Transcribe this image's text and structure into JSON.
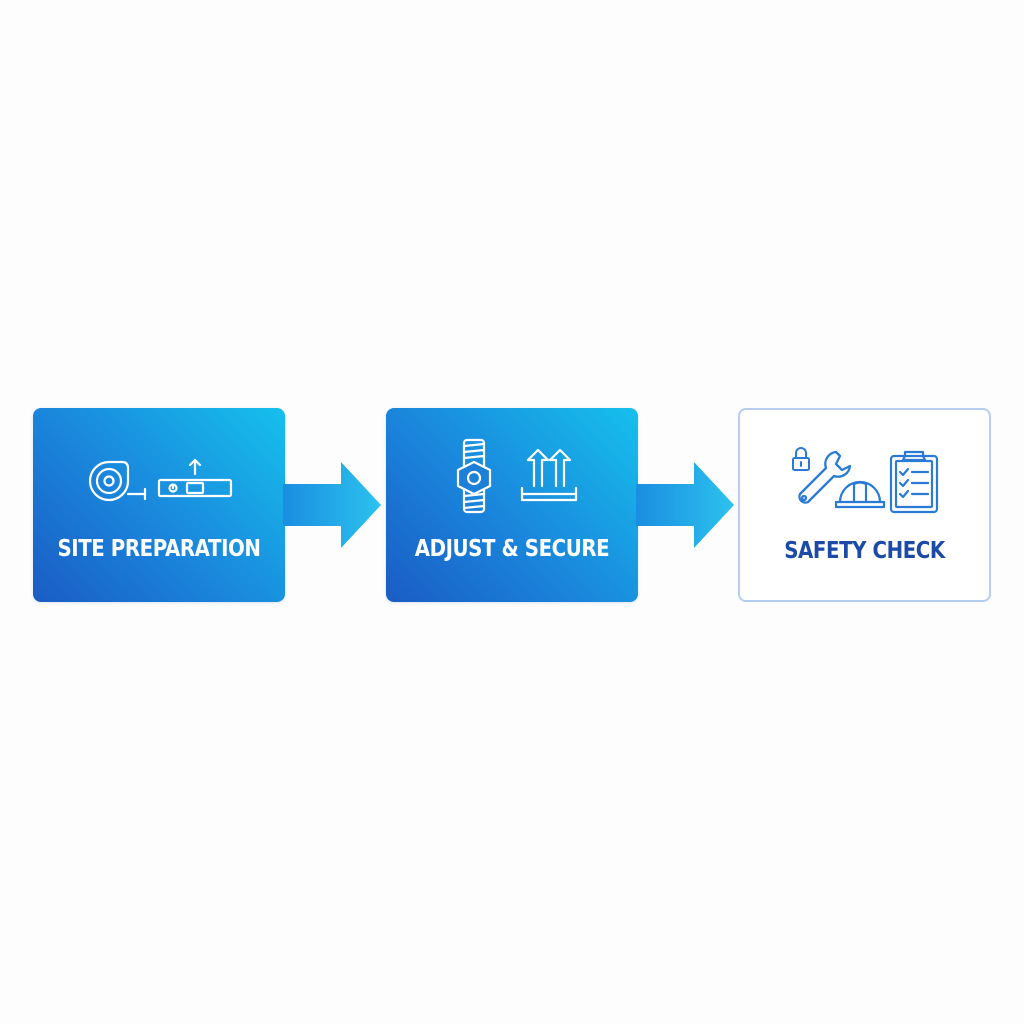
{
  "diagram": {
    "steps": [
      {
        "label": "SITE PREPARATION",
        "style": "filled",
        "icons": [
          "tape-measure-icon",
          "spirit-level-icon"
        ]
      },
      {
        "label": "ADJUST & SECURE",
        "style": "filled",
        "icons": [
          "threaded-bolt-nut-icon",
          "lift-arrows-icon"
        ]
      },
      {
        "label": "SAFETY CHECK",
        "style": "outline",
        "icons": [
          "padlock-icon",
          "wrench-icon",
          "hard-hat-icon",
          "checklist-clipboard-icon"
        ]
      }
    ],
    "colors": {
      "gradient_dark": "#1a5cc4",
      "gradient_light": "#16c0ec",
      "arrow_start": "#1a88dd",
      "arrow_end": "#2cc0ee",
      "outline_border": "#b5cdf0",
      "outline_text": "#1c4aa6",
      "outline_icon": "#2a7ad6"
    }
  }
}
